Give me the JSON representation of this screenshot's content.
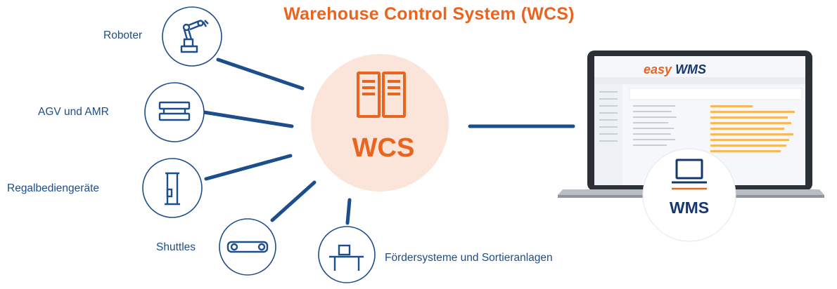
{
  "title": "Warehouse Control System (WCS)",
  "center": {
    "label": "WCS",
    "icon": "server-racks-icon",
    "bg_color": "#fbe5da",
    "accent": "#e8641f"
  },
  "devices": [
    {
      "label": "Roboter",
      "icon": "robot-arm-icon"
    },
    {
      "label": "AGV und AMR",
      "icon": "agv-vehicle-icon"
    },
    {
      "label": "Regalbediengeräte",
      "icon": "stacker-crane-icon"
    },
    {
      "label": "Shuttles",
      "icon": "shuttle-icon"
    },
    {
      "label": "Fördersysteme und Sortieranlagen",
      "icon": "conveyor-icon"
    }
  ],
  "wms": {
    "label": "WMS",
    "icon": "laptop-icon",
    "logo_part1": "easy",
    "logo_part2": "WMS"
  },
  "colors": {
    "primary_blue": "#1d4e8c",
    "orange": "#e8641f",
    "dark_navy": "#17386e"
  }
}
